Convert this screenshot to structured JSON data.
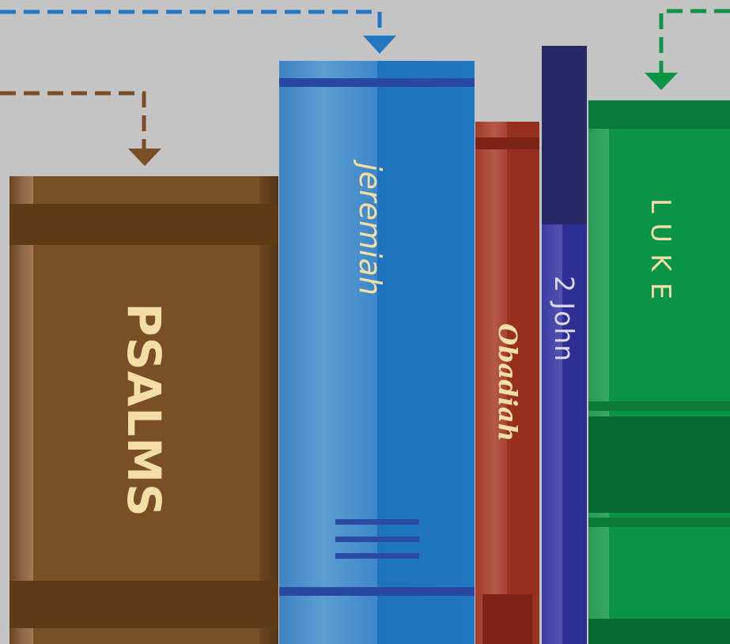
{
  "colors": {
    "background": "#c4c4c4",
    "psalms": "#7a4e27",
    "jeremiah": "#2176c0",
    "obadiah": "#97301f",
    "second_john": "#2e2f93",
    "luke": "#0b9447",
    "title_cream": "#f3dfa6",
    "connector_brown": "#7a4e27",
    "connector_blue": "#2476c2",
    "connector_green": "#0b9447"
  },
  "books": {
    "psalms": {
      "title": "PSALMS"
    },
    "jeremiah": {
      "title": "jeremiah"
    },
    "obadiah": {
      "title": "Obadiah"
    },
    "second_john": {
      "title": "2 John"
    },
    "luke": {
      "title": "LUKE"
    }
  },
  "icons": [
    "down-arrow-icon"
  ]
}
